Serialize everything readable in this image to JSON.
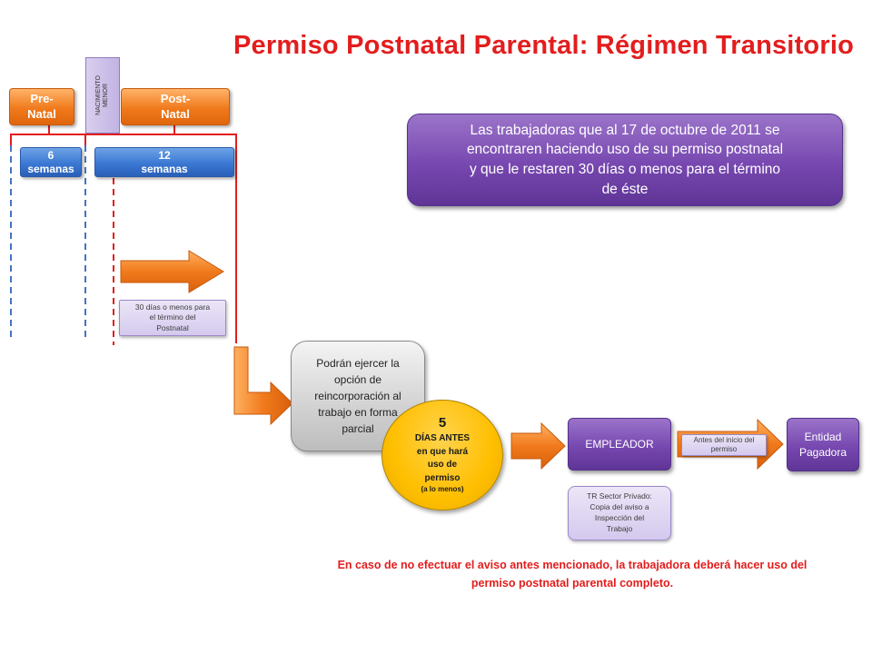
{
  "title": "Permiso Postnatal Parental: Régimen Transitorio",
  "timeline": {
    "pre_natal": "Pre-\nNatal",
    "nacimiento": "NACIMIENTO\nMENOR",
    "post_natal": "Post-\nNatal",
    "weeks_pre": "6\nsemanas",
    "weeks_post": "12\nsemanas"
  },
  "condition_box": "Las trabajadoras que al 17 de octubre de 2011 se\nencontraren haciendo uso de su permiso postnatal\ny que le restaren 30 días o menos para el término\nde éste",
  "thirty_days_label": "30 días o menos para\nel término del\nPostnatal",
  "option_box": "Podrán ejercer la\nopción de\nreincorporación al\ntrabajo en forma\nparcial",
  "notice": {
    "number": "5",
    "line1": "DÍAS ANTES",
    "line2": "en que hará",
    "line3": "uso de",
    "line4": "permiso",
    "qualifier": "(a lo menos)"
  },
  "empleador": "EMPLEADOR",
  "before_start_label": "Antes del inicio del\npermiso",
  "entidad_pagadora": "Entidad\nPagadora",
  "tr_sector_privado": "TR Sector Privado:\nCopia del aviso a\nInspección del\nTrabajo",
  "footer_note": "En caso de no efectuar el aviso antes mencionado, la trabajadora deberá hacer uso del\npermiso postnatal parental completo.",
  "colors": {
    "title_red": "#e31d1d",
    "orange": "#f07a1c",
    "blue": "#3b78d3",
    "purple": "#7748b0",
    "lilac": "#d4c9ee",
    "yellow": "#ffbf00",
    "line_red": "#e31d1d",
    "dash_blue": "#4472c4"
  }
}
